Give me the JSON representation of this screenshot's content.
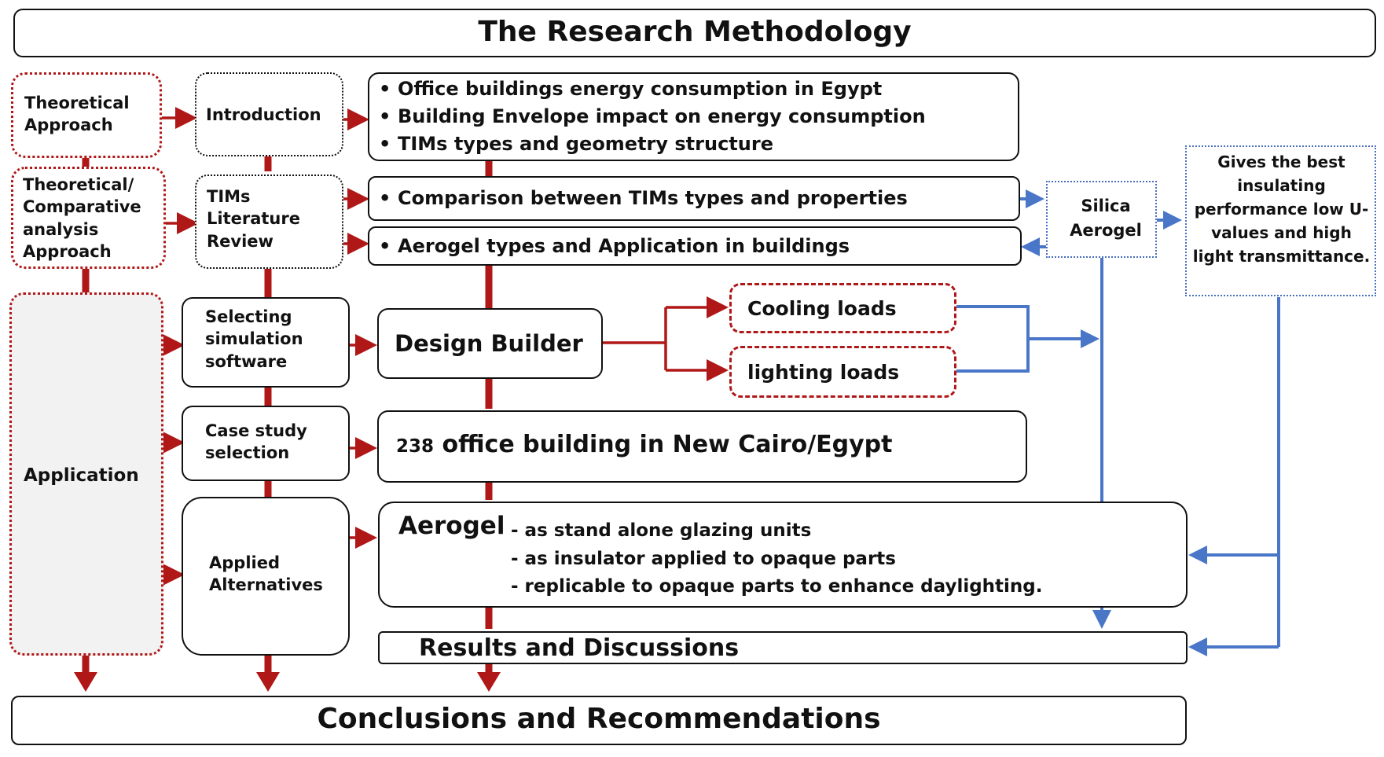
{
  "title": "The Research Methodology",
  "approaches": {
    "theoretical": "Theoretical Approach",
    "comparative": "Theoretical/ Comparative analysis Approach",
    "application": "Application"
  },
  "steps": {
    "introduction": "Introduction",
    "tims_review": "TIMs Literature Review",
    "selecting_software": "Selecting simulation software",
    "case_study": "Case study selection",
    "applied_alternatives": "Applied Alternatives"
  },
  "intro_topics": [
    "Office buildings energy consumption in Egypt",
    "Building Envelope impact on energy consumption",
    "TIMs types and geometry structure"
  ],
  "comparison": "Comparison between TIMs types and properties",
  "aerogel_types": "Aerogel types and Application in buildings",
  "silica_aerogel": "Silica Aerogel",
  "best_performance": "Gives the best insulating performance low U-values and high light transmittance.",
  "design_builder": "Design Builder",
  "cooling_loads": "Cooling loads",
  "lighting_loads": "lighting loads",
  "case_building_number": "238",
  "case_building_text": "office building in New Cairo/Egypt",
  "aerogel": {
    "title": "Aerogel",
    "items": [
      "- as stand alone glazing units",
      "- as insulator applied to opaque parts",
      "- replicable to opaque parts to enhance daylighting."
    ]
  },
  "results": "Results and Discussions",
  "conclusions": "Conclusions and Recommendations",
  "colors": {
    "red": "#b01818",
    "blue": "#4a76c8",
    "black": "#111111"
  }
}
